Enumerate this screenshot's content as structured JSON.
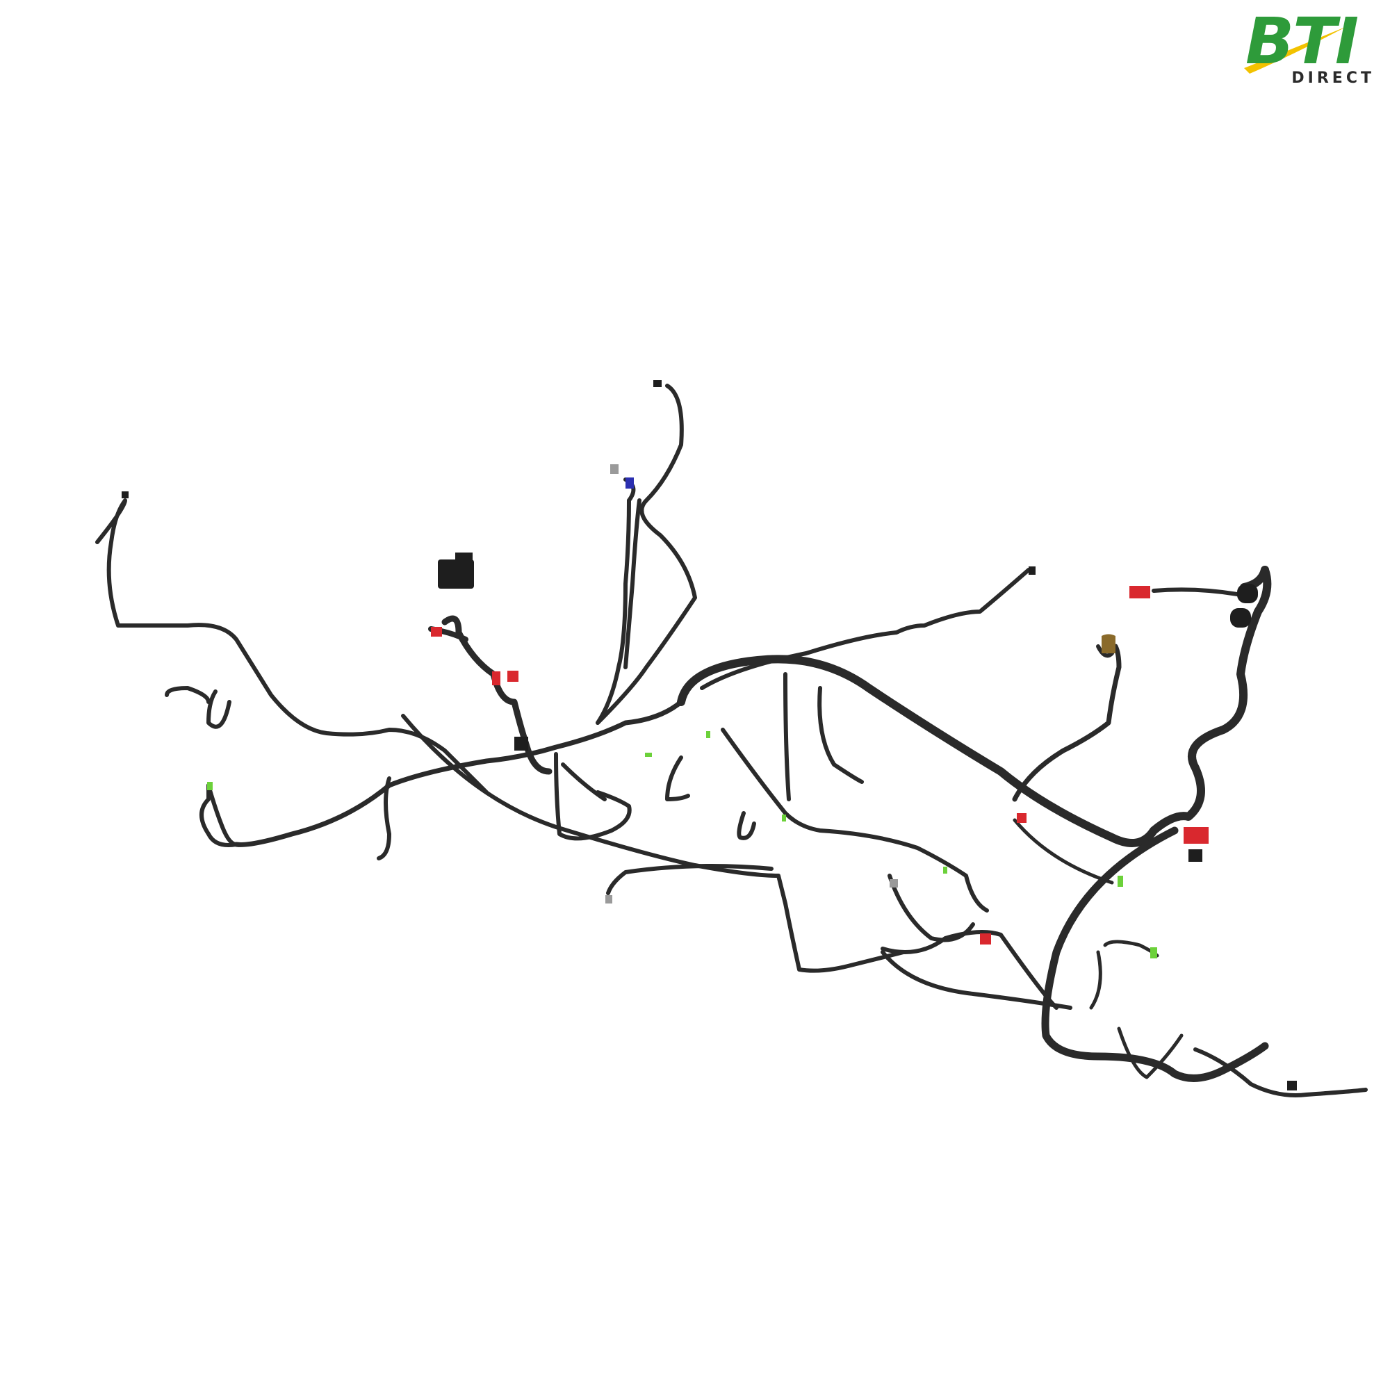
{
  "logo": {
    "brand": "BTI",
    "sub": "DIRECT",
    "colors": {
      "primary": "#2e9b3a",
      "accent": "#f2c200",
      "sub": "#2b2b2b"
    }
  },
  "image": {
    "subject": "wiring-harness",
    "colors": {
      "wire": "#2a2a2a",
      "connector_red": "#d9282e",
      "connector_green": "#6cd13a",
      "connector_blue": "#2b2fb0",
      "connector_tan": "#8a6a2a",
      "connector_grey": "#9a9a9a",
      "background": "#ffffff"
    }
  }
}
